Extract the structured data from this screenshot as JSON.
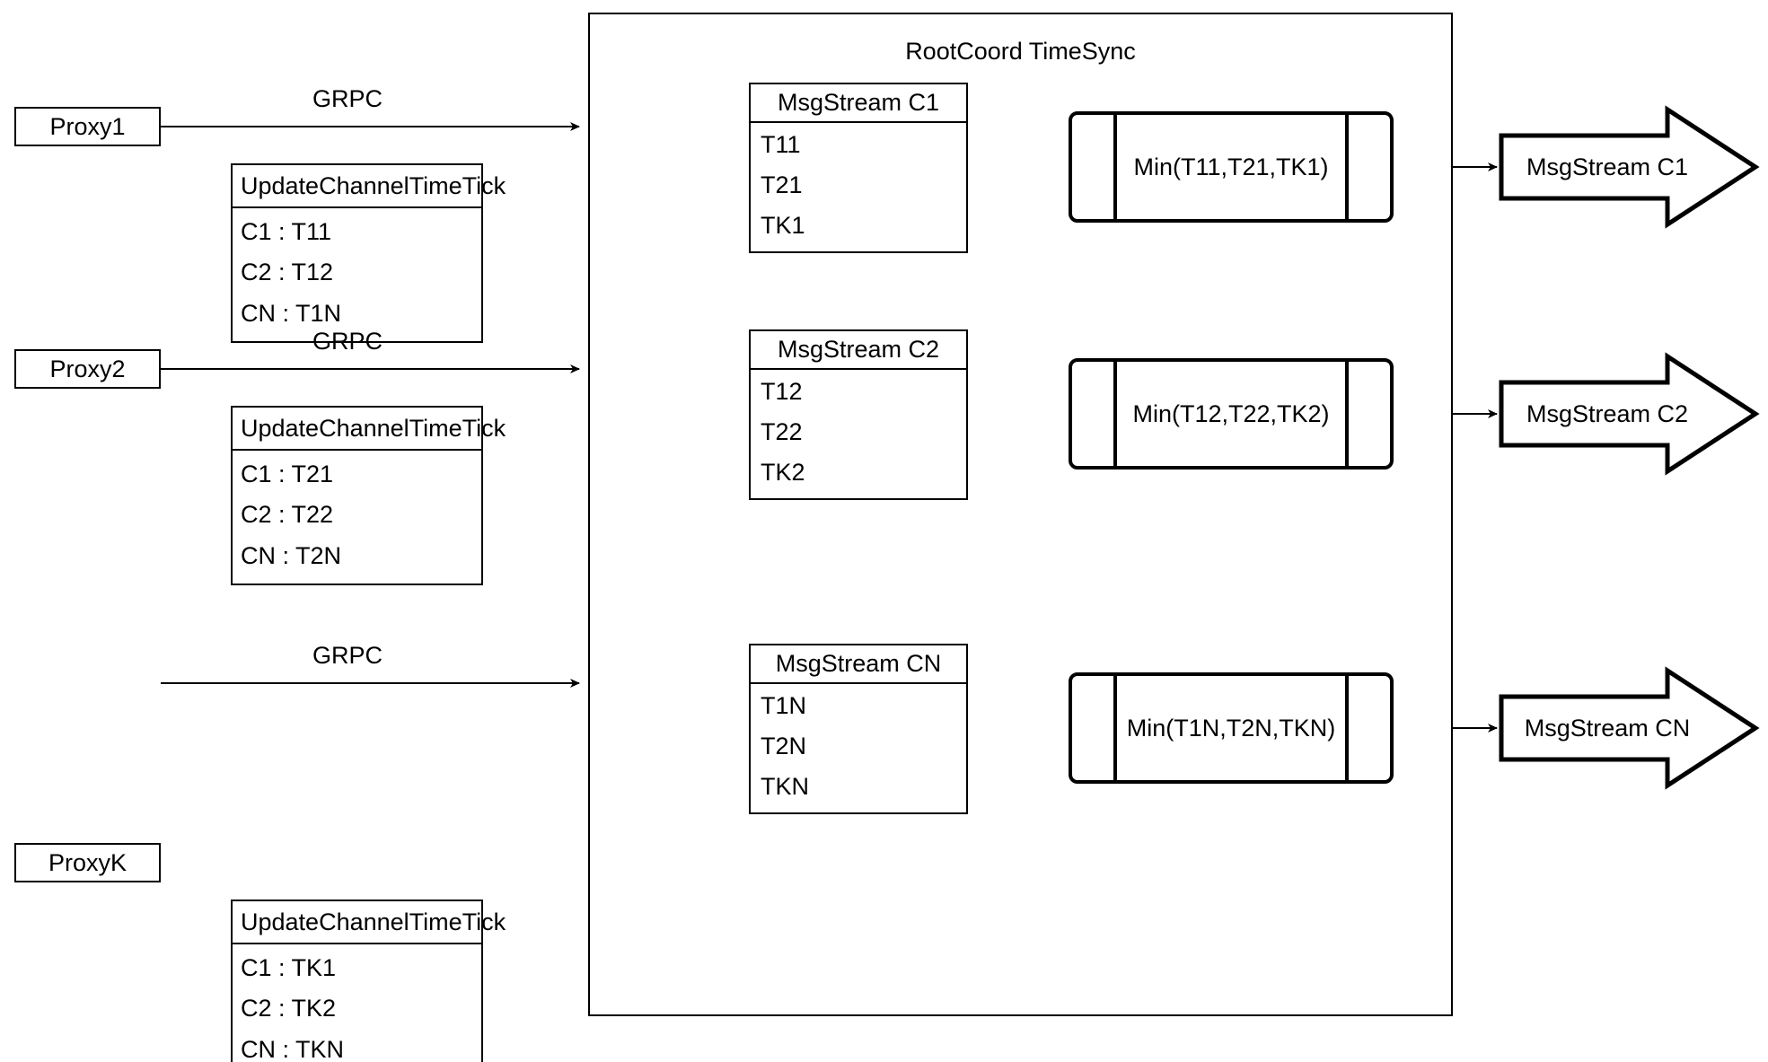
{
  "diagram": {
    "title": "RootCoord TimeSync",
    "container_label": "RootCoord TimeSync"
  },
  "proxies": [
    {
      "name": "Proxy1",
      "link_label": "GRPC",
      "rpc_title": "UpdateChannelTimeTick",
      "rows": [
        "C1 :  T11",
        "C2 :  T12",
        "CN : T1N"
      ]
    },
    {
      "name": "Proxy2",
      "link_label": "GRPC",
      "rpc_title": "UpdateChannelTimeTick",
      "rows": [
        "C1 :  T21",
        "C2 :  T22",
        "CN : T2N"
      ]
    },
    {
      "name": "ProxyK",
      "link_label": "GRPC",
      "rpc_title": "UpdateChannelTimeTick",
      "rows": [
        "C1 :  TK1",
        "C2 :  TK2",
        "CN : TKN"
      ]
    }
  ],
  "msgstreams": [
    {
      "title": "MsgStream C1",
      "rows": [
        "T11",
        "T21",
        "TK1"
      ],
      "min_label": "Min(T11,T21,TK1)",
      "output_label": "MsgStream C1"
    },
    {
      "title": "MsgStream C2",
      "rows": [
        "T12",
        "T22",
        "TK2"
      ],
      "min_label": "Min(T12,T22,TK2)",
      "output_label": "MsgStream C2"
    },
    {
      "title": "MsgStream CN",
      "rows": [
        "T1N",
        "T2N",
        "TKN"
      ],
      "min_label": "Min(T1N,T2N,TKN)",
      "output_label": "MsgStream CN"
    }
  ],
  "colors": {
    "stroke": "#000000",
    "background": "#ffffff"
  }
}
